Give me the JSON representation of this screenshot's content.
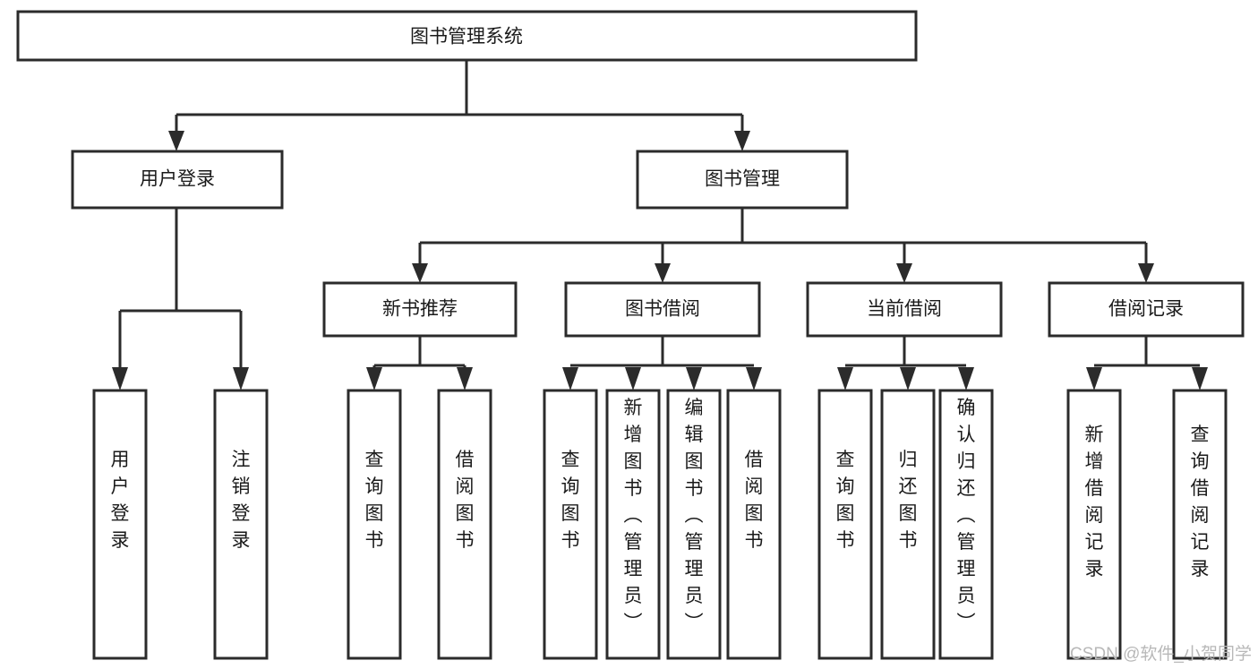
{
  "diagram": {
    "title": "图书管理系统",
    "type": "tree-hierarchy",
    "orientation": "top-down",
    "colors": {
      "box_stroke": "#2b2b2b",
      "box_fill": "#ffffff",
      "connector": "#2b2b2b",
      "text": "#1a1a1a",
      "watermark": "#b8b8b8",
      "background": "#ffffff"
    }
  },
  "nodes": {
    "root": {
      "label": "图书管理系统"
    },
    "level2": [
      {
        "label": "用户登录"
      },
      {
        "label": "图书管理"
      }
    ],
    "level3": [
      {
        "label": "新书推荐"
      },
      {
        "label": "图书借阅"
      },
      {
        "label": "当前借阅"
      },
      {
        "label": "借阅记录"
      }
    ],
    "leaves": {
      "user_login": [
        {
          "label": "用户登录"
        },
        {
          "label": "注销登录"
        }
      ],
      "new_book_recommend": [
        {
          "label": "查询图书"
        },
        {
          "label": "借阅图书"
        }
      ],
      "book_borrow": [
        {
          "label": "查询图书"
        },
        {
          "label": "新增图书（管理员）"
        },
        {
          "label": "编辑图书（管理员）"
        },
        {
          "label": "借阅图书"
        }
      ],
      "current_borrow": [
        {
          "label": "查询图书"
        },
        {
          "label": "归还图书"
        },
        {
          "label": "确认归还（管理员）"
        }
      ],
      "borrow_record": [
        {
          "label": "新增借阅记录"
        },
        {
          "label": "查询借阅记录"
        }
      ]
    }
  },
  "watermark": {
    "text": "CSDN @软件_小贺同学"
  }
}
